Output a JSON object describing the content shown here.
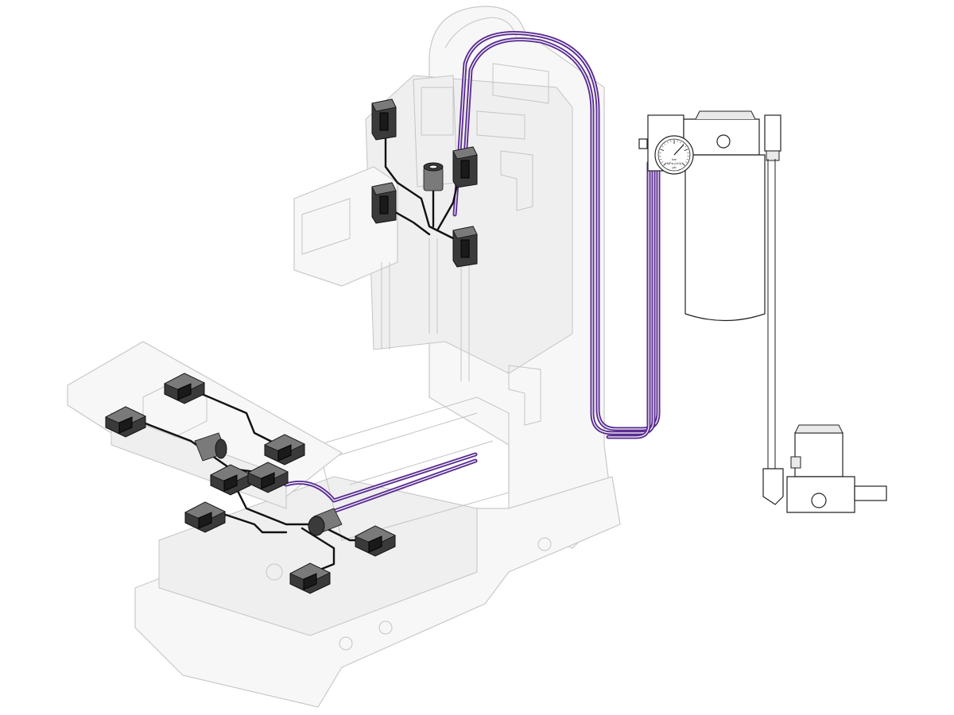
{
  "gauge": {
    "scale_text": [
      "bar",
      "MPa (x10)",
      "psi"
    ]
  },
  "colors": {
    "lube_line": "#5b2e91",
    "lube_line_core": "#ffffff",
    "bearing_block": "#3a3a3a",
    "machine_ghost": "#f7f7f7",
    "machine_outline": "#c9c9c9"
  }
}
